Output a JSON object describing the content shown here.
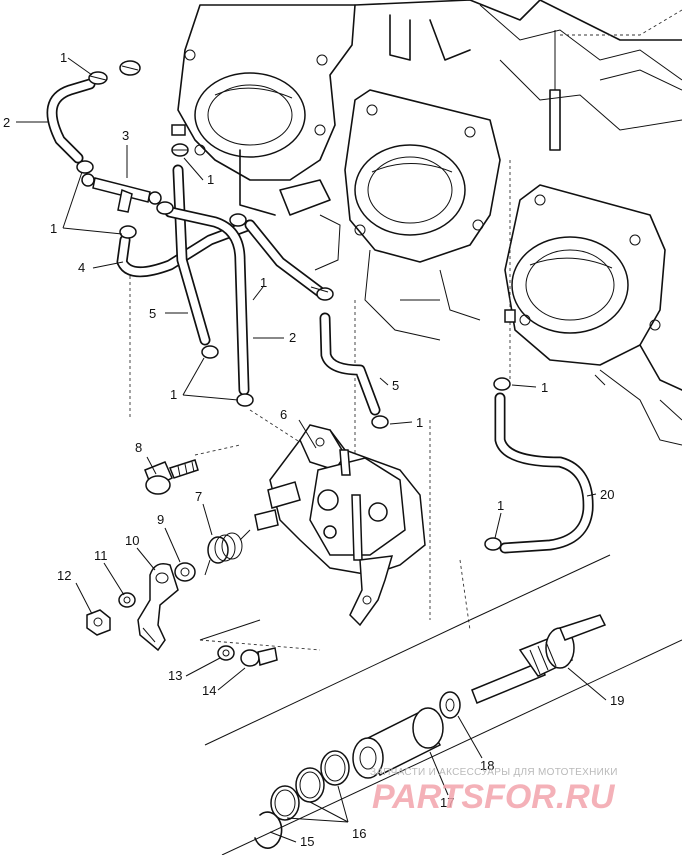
{
  "callouts": {
    "c1": "1",
    "c2": "2",
    "c3": "3",
    "c4": "4",
    "c5": "5",
    "c6": "6",
    "c7": "7",
    "c8": "8",
    "c9": "9",
    "c10": "10",
    "c11": "11",
    "c12": "12",
    "c13": "13",
    "c14": "14",
    "c15": "15",
    "c16": "16",
    "c17": "17",
    "c18": "18",
    "c19": "19",
    "c20": "20"
  },
  "watermark": {
    "tagline": "ЗАПЧАСТИ И АКСЕССУАРЫ ДЛЯ МОТОТЕХНИКИ",
    "logo": "PARTSFOR.RU"
  }
}
